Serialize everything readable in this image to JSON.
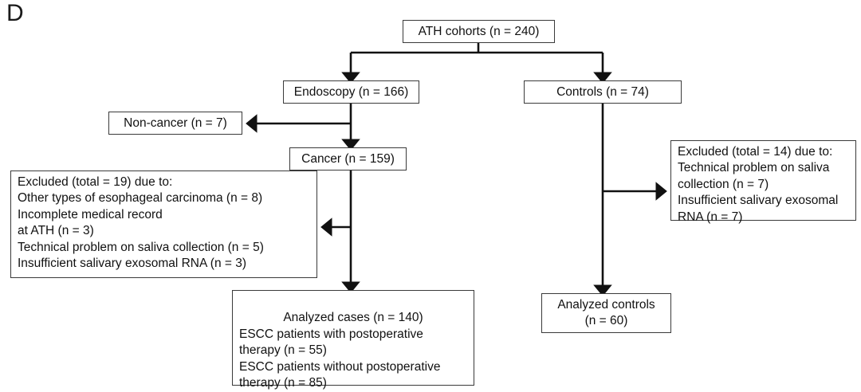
{
  "panel": {
    "label": "D"
  },
  "diagram": {
    "type": "flowchart",
    "title": "ATH cohorts study flow diagram",
    "nodes": {
      "ath_cohorts": {
        "text": "ATH cohorts (n = 240)"
      },
      "endoscopy": {
        "text": "Endoscopy (n = 166)"
      },
      "controls": {
        "text": "Controls (n = 74)"
      },
      "non_cancer": {
        "text": "Non-cancer (n = 7)"
      },
      "cancer": {
        "text": "Cancer (n = 159)"
      },
      "excluded_cases": {
        "text": "Excluded (total = 19) due to:\nOther types of esophageal carcinoma (n = 8)\nIncomplete medical record\nat ATH (n = 3)\nTechnical problem on saliva collection (n = 5)\nInsufficient salivary exosomal RNA (n = 3)"
      },
      "excluded_controls": {
        "text": "Excluded (total = 14) due to:\nTechnical problem on saliva\ncollection (n = 7)\nInsufficient salivary exosomal\nRNA (n = 7)"
      },
      "analyzed_cases": {
        "title": "Analyzed cases (n = 140)",
        "body": "ESCC patients with postoperative\ntherapy (n = 55)\nESCC patients without postoperative\ntherapy (n = 85)"
      },
      "analyzed_controls": {
        "text": "Analyzed controls\n(n = 60)"
      }
    },
    "edges": [
      {
        "from": "ath_cohorts",
        "to": "endoscopy",
        "style": "elbow-down-left"
      },
      {
        "from": "ath_cohorts",
        "to": "controls",
        "style": "elbow-down-right"
      },
      {
        "from": "endoscopy",
        "to": "non_cancer",
        "style": "branch-left"
      },
      {
        "from": "endoscopy",
        "to": "cancer",
        "style": "straight-down"
      },
      {
        "from": "cancer",
        "to": "excluded_cases",
        "style": "branch-left"
      },
      {
        "from": "cancer",
        "to": "analyzed_cases",
        "style": "straight-down"
      },
      {
        "from": "controls",
        "to": "excluded_controls",
        "style": "branch-right"
      },
      {
        "from": "controls",
        "to": "analyzed_controls",
        "style": "straight-down"
      }
    ],
    "colors": {
      "box_border": "#3a3a3a",
      "connector": "#111111",
      "background": "#ffffff",
      "text": "#111111"
    }
  }
}
